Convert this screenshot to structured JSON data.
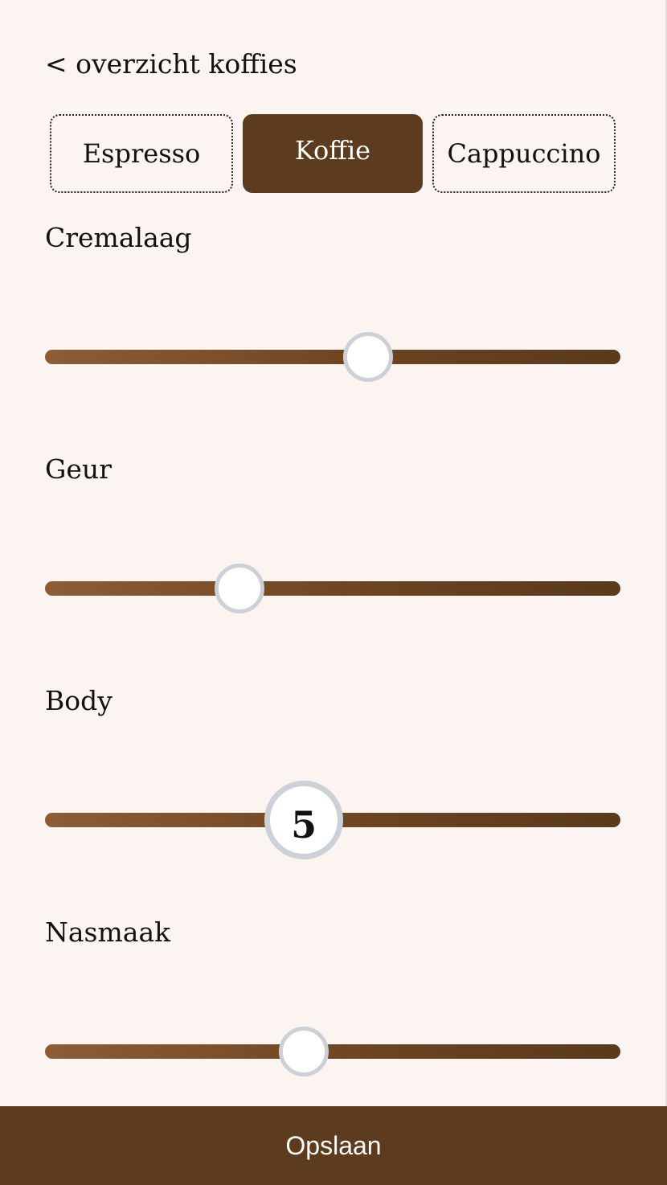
{
  "nav": {
    "back_label": "< overzicht koffies"
  },
  "tabs": [
    {
      "label": "Espresso",
      "active": false
    },
    {
      "label": "Koffie",
      "active": true
    },
    {
      "label": "Cappuccino",
      "active": false
    }
  ],
  "sliders": [
    {
      "label": "Cremalaag",
      "fraction": 0.562
    },
    {
      "label": "Geur",
      "fraction": 0.338
    },
    {
      "label": "Body",
      "fraction": 0.45,
      "value": "5"
    },
    {
      "label": "Nasmaak",
      "fraction": 0.45
    }
  ],
  "footer": {
    "save_label": "Opslaan"
  },
  "colors": {
    "accent": "#5c3b1e",
    "background": "#fbf4f0",
    "thumb_border": "#ccd1d8"
  }
}
